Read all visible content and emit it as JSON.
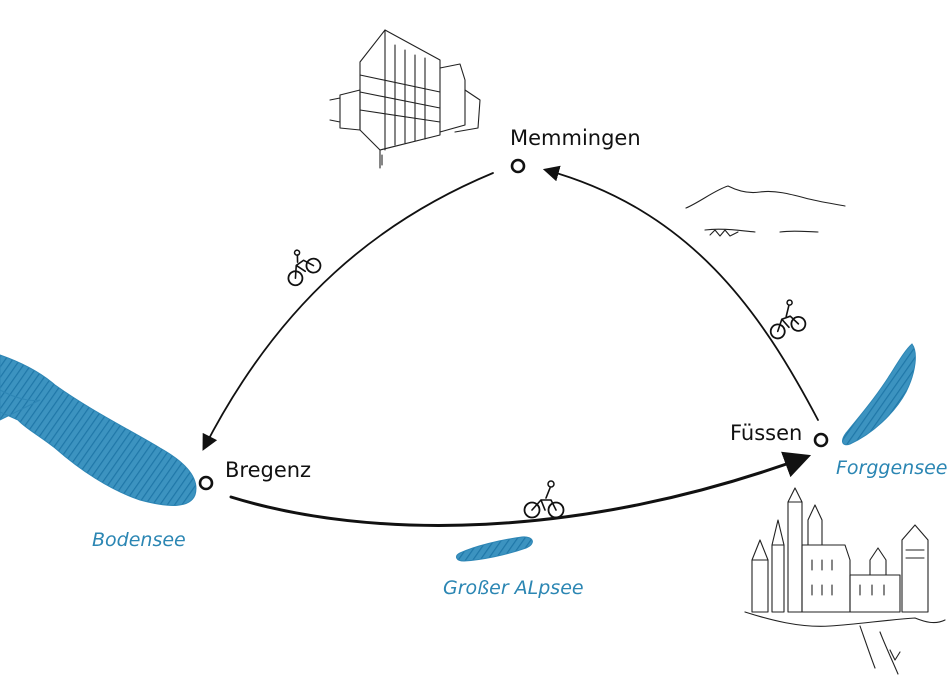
{
  "map": {
    "cities": {
      "memmingen": "Memmingen",
      "bregenz": "Bregenz",
      "fussen": "Füssen"
    },
    "lakes": {
      "bodensee": "Bodensee",
      "forggensee": "Forggensee",
      "grosser_alpsee": "Großer ALpsee"
    },
    "colors": {
      "ink": "#111111",
      "water": "#2e86b5",
      "water_label": "#2b86b3",
      "background": "#ffffff"
    },
    "icons": [
      "bicycle-icon",
      "office-building-illustration",
      "castle-illustration",
      "mountains-illustration"
    ]
  }
}
